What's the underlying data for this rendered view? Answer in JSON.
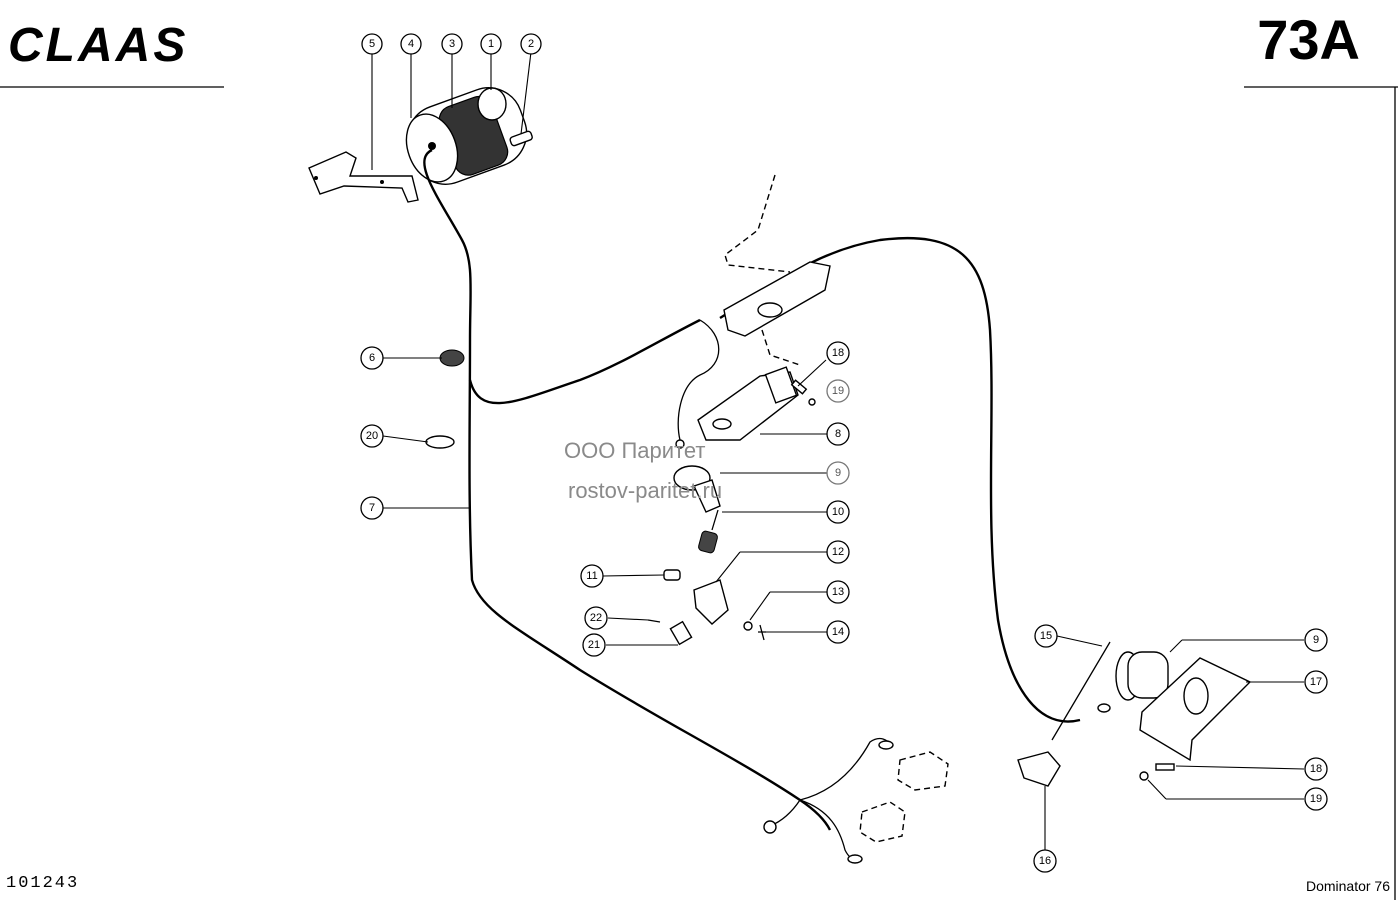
{
  "header": {
    "brand": "CLAAS",
    "page_number": "73A"
  },
  "footer": {
    "document_number": "101243",
    "model": "Dominator 76"
  },
  "watermark": {
    "line1": "ООО Паритет",
    "line2": "rostov-paritet.ru"
  },
  "callouts": [
    "5",
    "4",
    "3",
    "1",
    "2",
    "6",
    "20",
    "7",
    "18",
    "19",
    "8",
    "9",
    "10",
    "12",
    "11",
    "13",
    "22",
    "14",
    "21",
    "15",
    "9",
    "17",
    "18",
    "19",
    "16"
  ]
}
